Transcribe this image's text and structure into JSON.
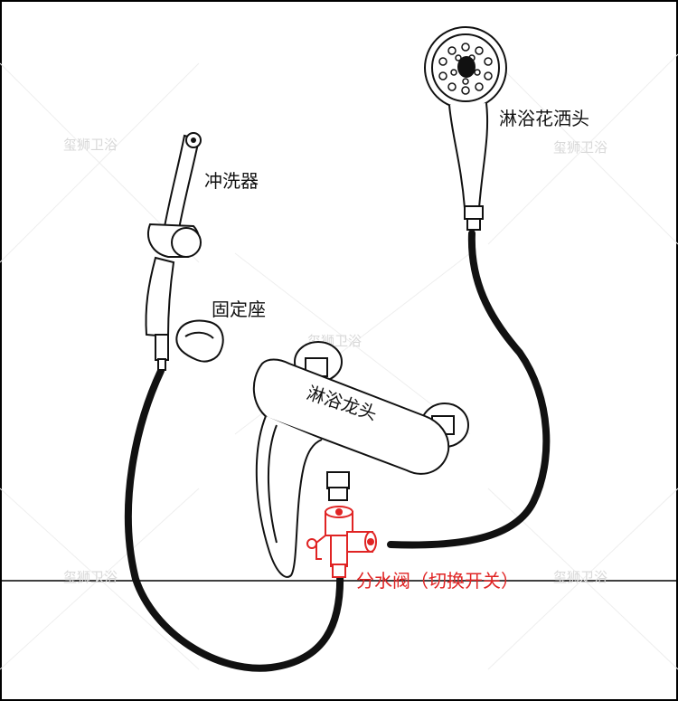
{
  "labels": {
    "shower_head": "淋浴花洒头",
    "bidet_sprayer": "冲洗器",
    "holder": "固定座",
    "faucet": "淋浴龙头",
    "diverter": "分水阀（切换开关）"
  },
  "watermarks": [
    "玺狮卫浴",
    "玺狮卫浴",
    "玺狮卫浴",
    "玺狮卫浴",
    "玺狮卫浴"
  ],
  "colors": {
    "line": "#111111",
    "hose": "#111111",
    "diverter": "#e02424",
    "watermark": "#d8d8d8",
    "border": "#000000"
  }
}
